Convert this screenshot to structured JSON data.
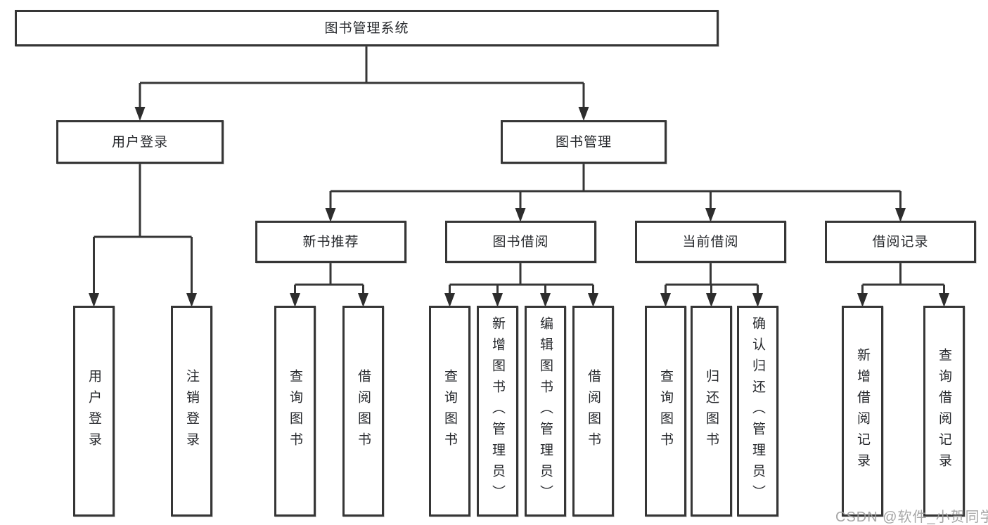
{
  "watermark": {
    "text": "CSDN @软件_小贺同学"
  },
  "tree": {
    "label": "图书管理系统",
    "children": [
      {
        "label": "用户登录",
        "children": [
          {
            "label": "用户登录"
          },
          {
            "label": "注销登录"
          }
        ]
      },
      {
        "label": "图书管理",
        "children": [
          {
            "label": "新书推荐",
            "children": [
              {
                "label": "查询图书"
              },
              {
                "label": "借阅图书"
              }
            ]
          },
          {
            "label": "图书借阅",
            "children": [
              {
                "label": "查询图书"
              },
              {
                "label": "新增图书（管理员）"
              },
              {
                "label": "编辑图书（管理员）"
              },
              {
                "label": "借阅图书"
              }
            ]
          },
          {
            "label": "当前借阅",
            "children": [
              {
                "label": "查询图书"
              },
              {
                "label": "归还图书"
              },
              {
                "label": "确认归还（管理员）"
              }
            ]
          },
          {
            "label": "借阅记录",
            "children": [
              {
                "label": "新增借阅记录"
              },
              {
                "label": "查询借阅记录"
              }
            ]
          }
        ]
      }
    ]
  }
}
